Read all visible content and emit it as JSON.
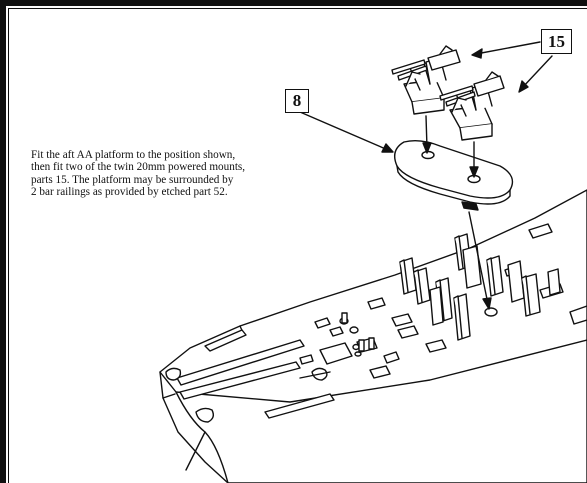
{
  "instructions": {
    "line1": "Fit the aft AA platform to the position shown,",
    "line2": "then fit two of the twin 20mm powered mounts,",
    "line3": "parts 15.  The platform may be surrounded by",
    "line4": "2 bar railings as provided by etched part 52."
  },
  "callouts": {
    "mounts": "15",
    "platform": "8"
  },
  "colors": {
    "ink": "#111111",
    "paper": "#ffffff"
  }
}
